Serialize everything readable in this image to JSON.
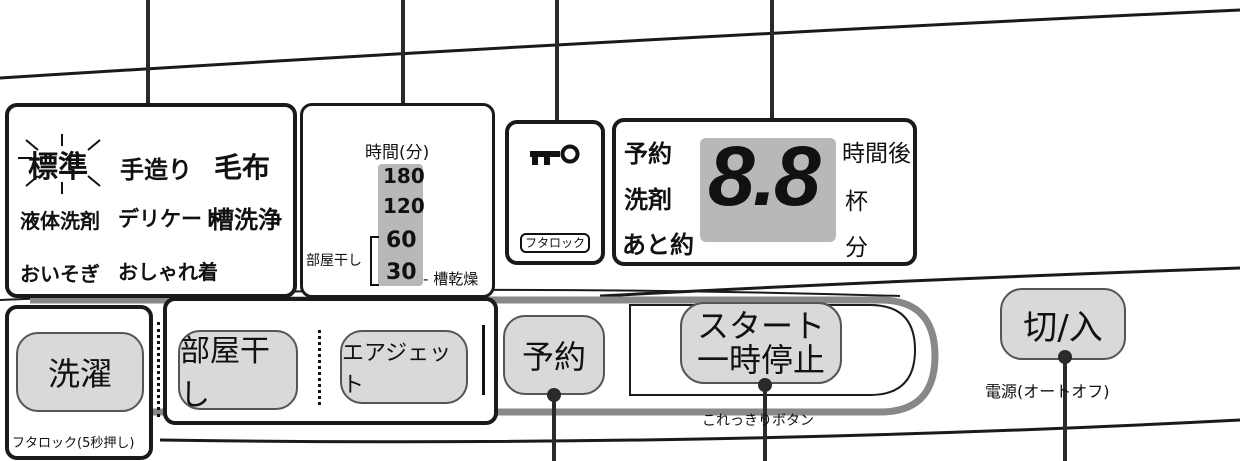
{
  "course_panel": {
    "items": [
      "標準",
      "手造り",
      "毛布",
      "液体洗剤",
      "デリケート",
      "槽洗浄",
      "おいそぎ",
      "おしゃれ着"
    ],
    "lock_note": "フタロック(5秒押し)"
  },
  "dry_panel": {
    "header": "時間(分)",
    "times": [
      "180",
      "120",
      "60",
      "30"
    ],
    "room_dry_label": "部屋干し",
    "tub_dry_label": "槽乾燥"
  },
  "lock_panel": {
    "icon": "key-icon",
    "label": "フタロック"
  },
  "display_panel": {
    "left_labels": [
      "予約",
      "洗剤",
      "あと約"
    ],
    "digits": "8.8",
    "right_labels": [
      "時間後",
      "杯",
      "分"
    ]
  },
  "buttons": {
    "wash": "洗濯",
    "room_dry": "部屋干し",
    "air_jet": "エアジェット",
    "reserve": "予約",
    "start_line1": "スタート",
    "start_line2": "一時停止",
    "start_note": "これっきりボタン",
    "power": "切/入",
    "power_note": "電源(オートオフ)"
  },
  "colors": {
    "line": "#1a1a1a",
    "button_face": "#d9d9d9",
    "shade": "#b8b8b8"
  }
}
